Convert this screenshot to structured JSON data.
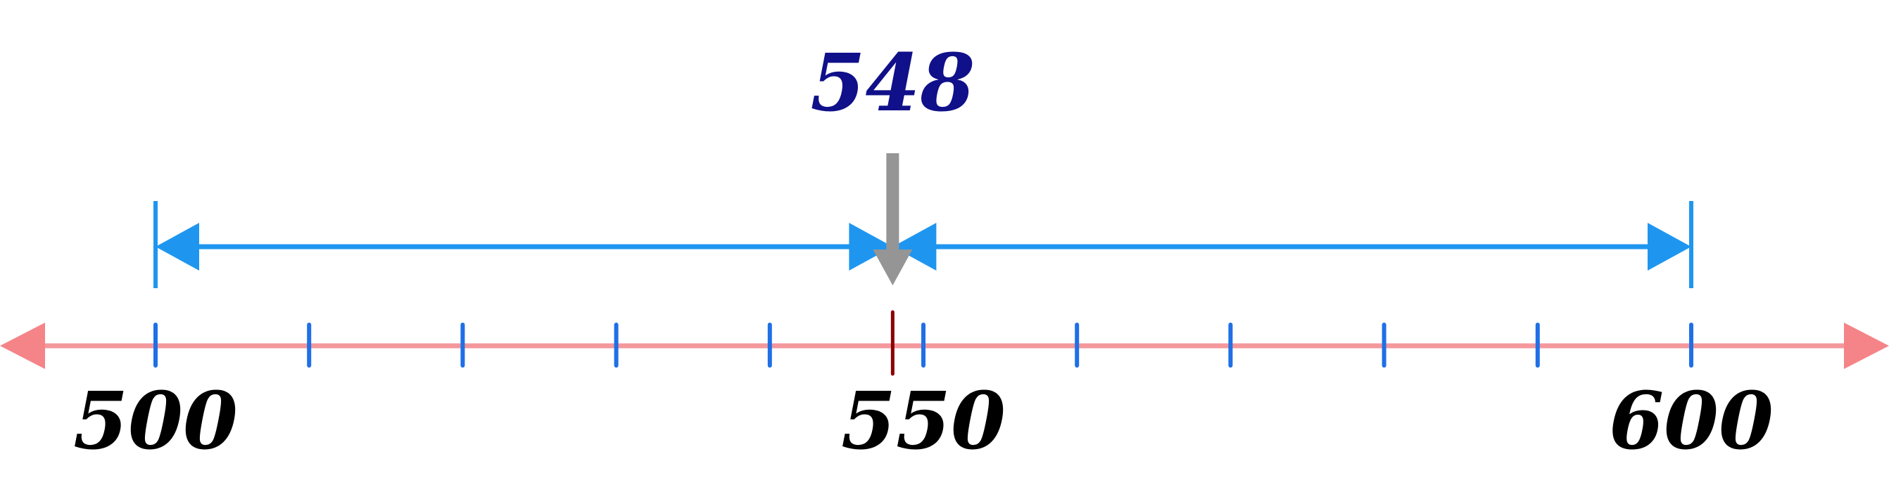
{
  "number_line": {
    "min": 500,
    "max": 600,
    "tick_step": 10,
    "labels": [
      {
        "value": 500,
        "text": "500"
      },
      {
        "value": 550,
        "text": "550"
      },
      {
        "value": 600,
        "text": "600"
      }
    ],
    "colors": {
      "axis": "#f4989c",
      "axis_arrow": "#f48488",
      "tick": "#1f6fe6",
      "label": "#000000"
    }
  },
  "marker": {
    "value": 548,
    "text": "548",
    "colors": {
      "text": "#10108a",
      "tick": "#8b0000",
      "pointer": "#959595"
    }
  },
  "distance_arrows": {
    "color": "#1e96f0",
    "spans": [
      {
        "from": 500,
        "to": 548
      },
      {
        "from": 548,
        "to": 600
      }
    ]
  }
}
